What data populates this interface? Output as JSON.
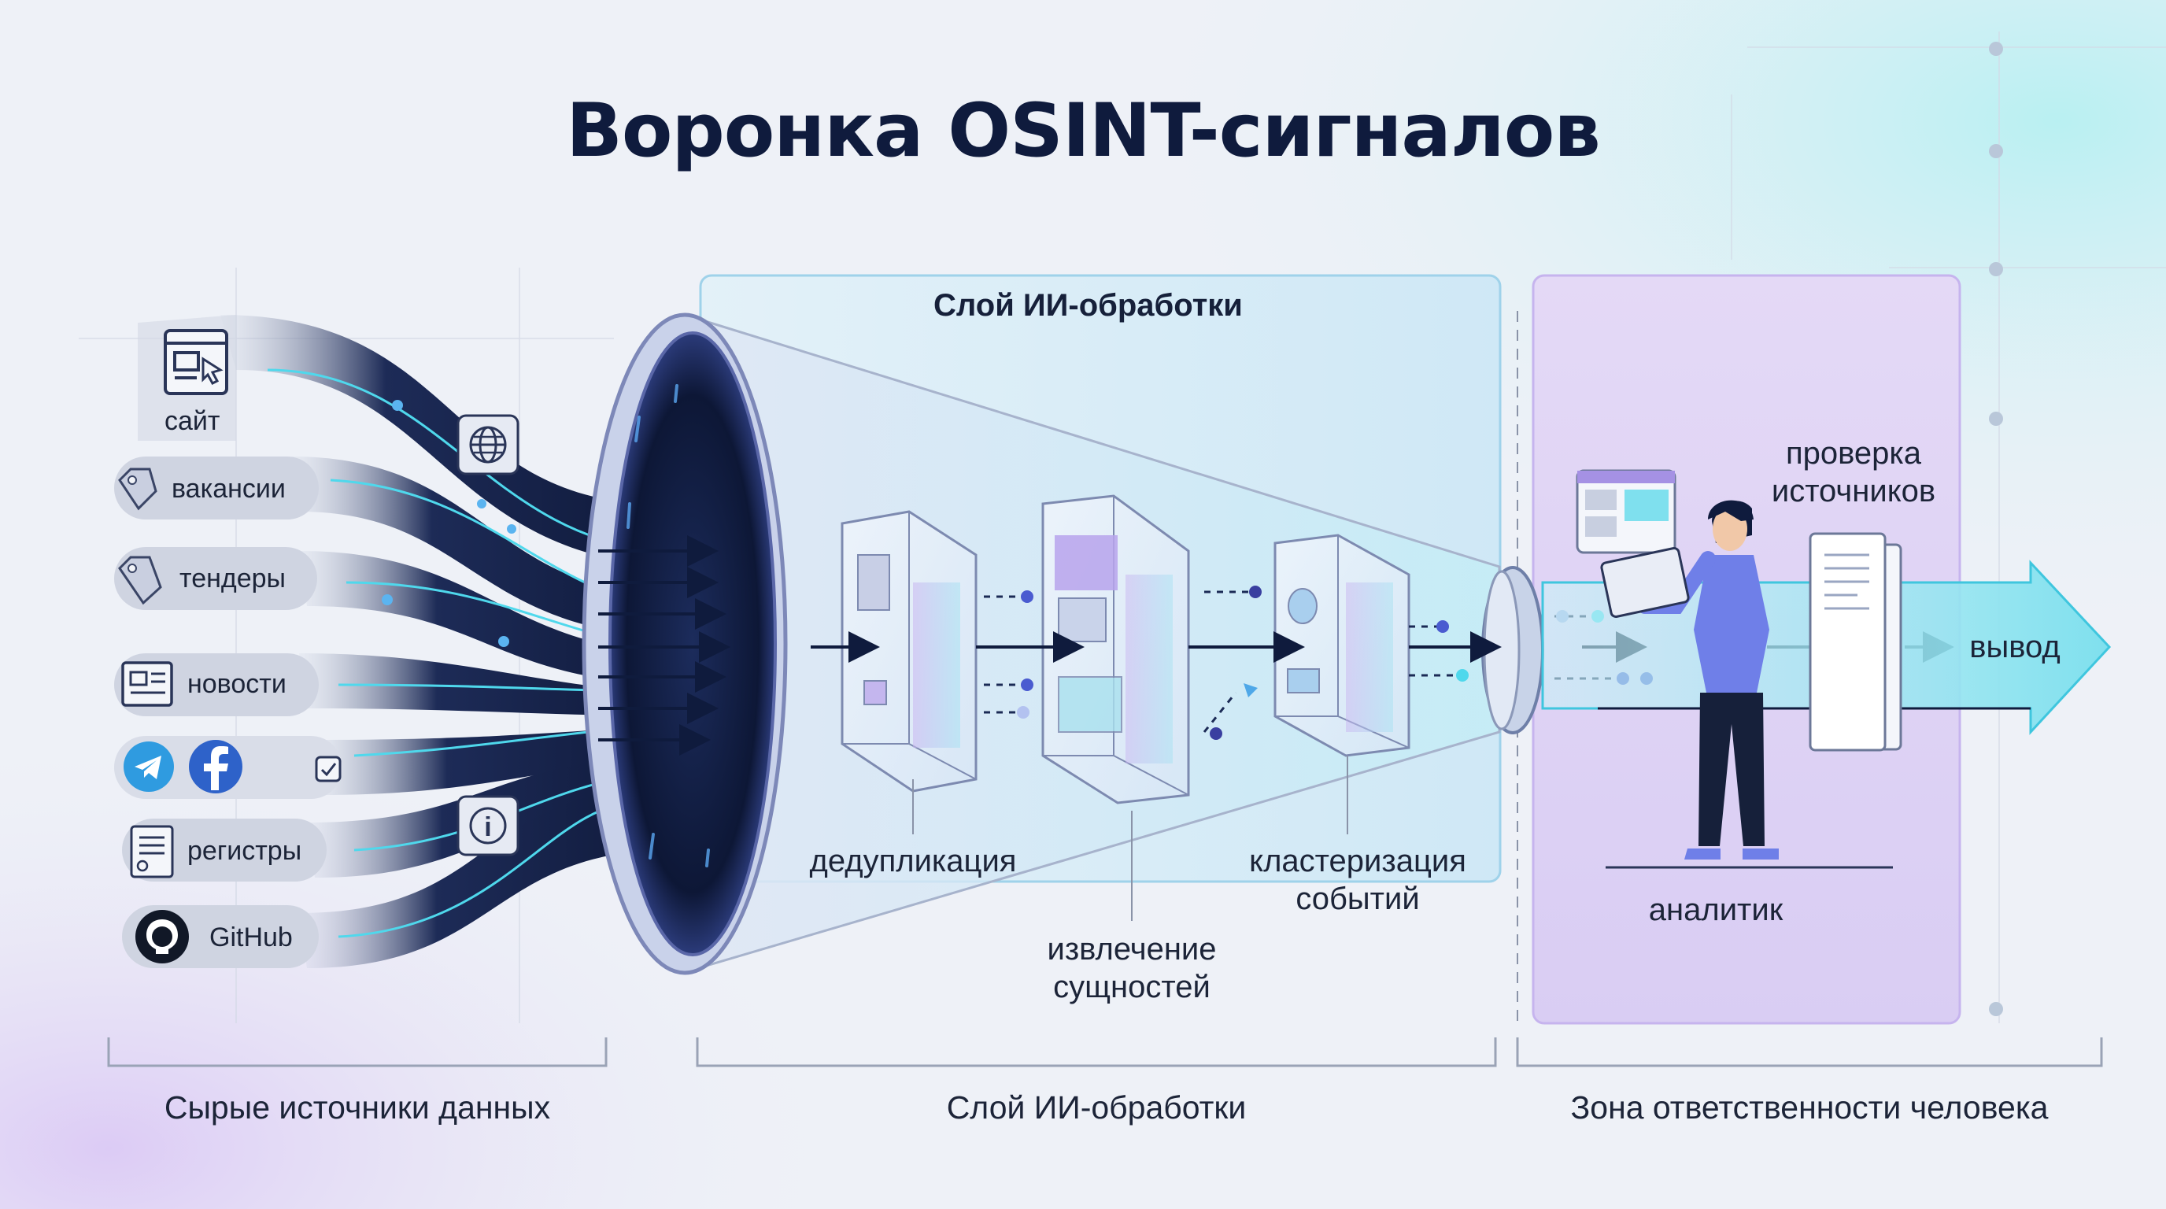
{
  "title": "Воронка OSINT-сигналов",
  "sources": {
    "items": [
      {
        "label": "сайт",
        "icon": "website-window-icon"
      },
      {
        "label": "вакансии",
        "icon": "tag-icon"
      },
      {
        "label": "тендеры",
        "icon": "tag-icon"
      },
      {
        "label": "новости",
        "icon": "newspaper-icon"
      },
      {
        "label": "",
        "icon": "telegram-facebook-icons"
      },
      {
        "label": "регистры",
        "icon": "registry-document-icon"
      },
      {
        "label": "GitHub",
        "icon": "github-icon"
      }
    ]
  },
  "ai_layer": {
    "title": "Слой ИИ-обработки",
    "stages": {
      "dedup": "дедупликация",
      "entities_line1": "извлечение",
      "entities_line2": "сущностей",
      "clustering_line1": "кластеризация",
      "clustering_line2": "событий"
    }
  },
  "human_zone": {
    "verify_line1": "проверка",
    "verify_line2": "источников",
    "analyst": "аналитик",
    "output": "вывод"
  },
  "zones": {
    "raw": "Сырые источники данных",
    "ai": "Слой ИИ-обработки",
    "human": "Зона ответственности человека"
  },
  "colors": {
    "navy": "#0f1b3d",
    "stream": "#1b2a55",
    "cyan": "#4fd8ec",
    "purple": "#a58be8",
    "panel_blue": "#d6ecf7",
    "panel_purple": "#e2d6f6"
  }
}
